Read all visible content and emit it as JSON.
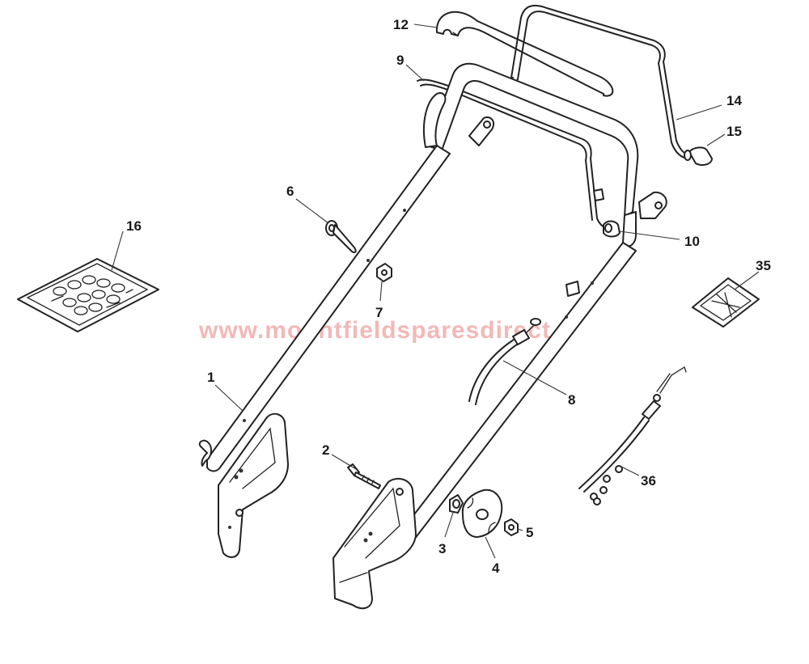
{
  "watermark": "www.mountfieldsparesdirect",
  "callouts": {
    "c1": "1",
    "c2": "2",
    "c3": "3",
    "c4": "4",
    "c5": "5",
    "c6": "6",
    "c7": "7",
    "c8": "8",
    "c9": "9",
    "c10": "10",
    "c12": "12",
    "c14": "14",
    "c15": "15",
    "c16": "16",
    "c35": "35",
    "c36": "36"
  }
}
